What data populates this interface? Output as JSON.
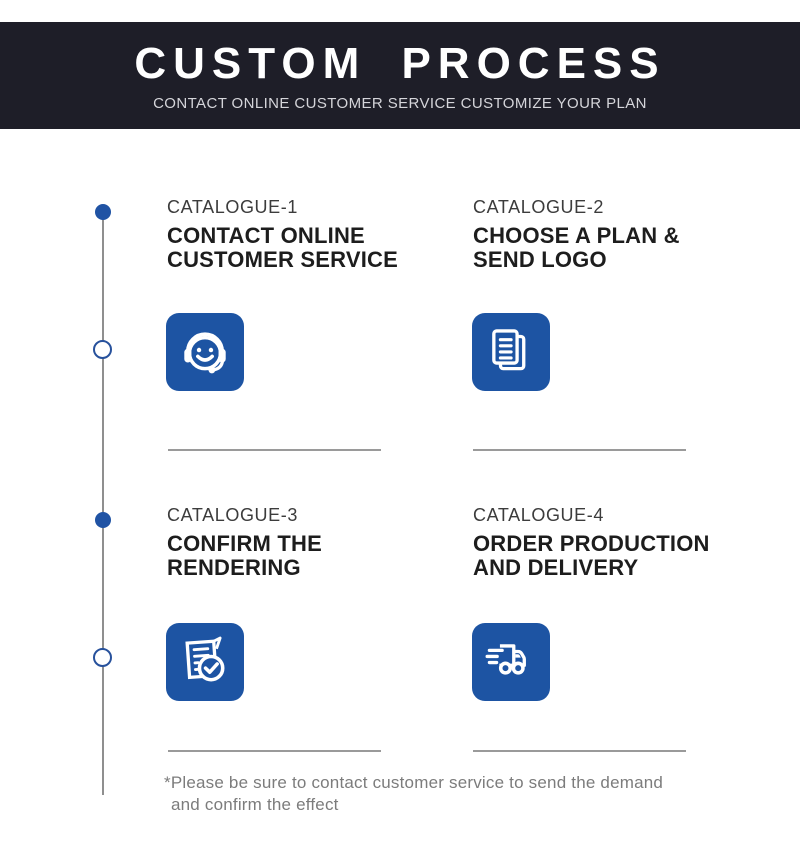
{
  "banner": {
    "title": "CUSTOM PROCESS",
    "subtitle": "CONTACT ONLINE CUSTOMER SERVICE CUSTOMIZE YOUR PLAN"
  },
  "steps": [
    {
      "label": "CATALOGUE-1",
      "title_line1": "CONTACT ONLINE",
      "title_line2": "CUSTOMER SERVICE",
      "icon": "customer-service-headset-icon"
    },
    {
      "label": "CATALOGUE-2",
      "title_line1": "CHOOSE A PLAN &",
      "title_line2": "SEND LOGO",
      "icon": "documents-plan-icon"
    },
    {
      "label": "CATALOGUE-3",
      "title_line1": "CONFIRM THE",
      "title_line2": "RENDERING",
      "icon": "document-check-icon"
    },
    {
      "label": "CATALOGUE-4",
      "title_line1": "ORDER PRODUCTION",
      "title_line2": "AND DELIVERY",
      "icon": "delivery-truck-icon"
    }
  ],
  "footnote": {
    "line1": "*Please be sure to contact customer service to send the demand",
    "line2": "and confirm the effect"
  },
  "colors": {
    "banner_bg": "#1e1e28",
    "accent_blue": "#1d54a3",
    "dot_blue": "#2053a4",
    "timeline_gray": "#8f8f8f",
    "divider_gray": "#9a9a9a",
    "footnote_gray": "#7c7c7c"
  }
}
